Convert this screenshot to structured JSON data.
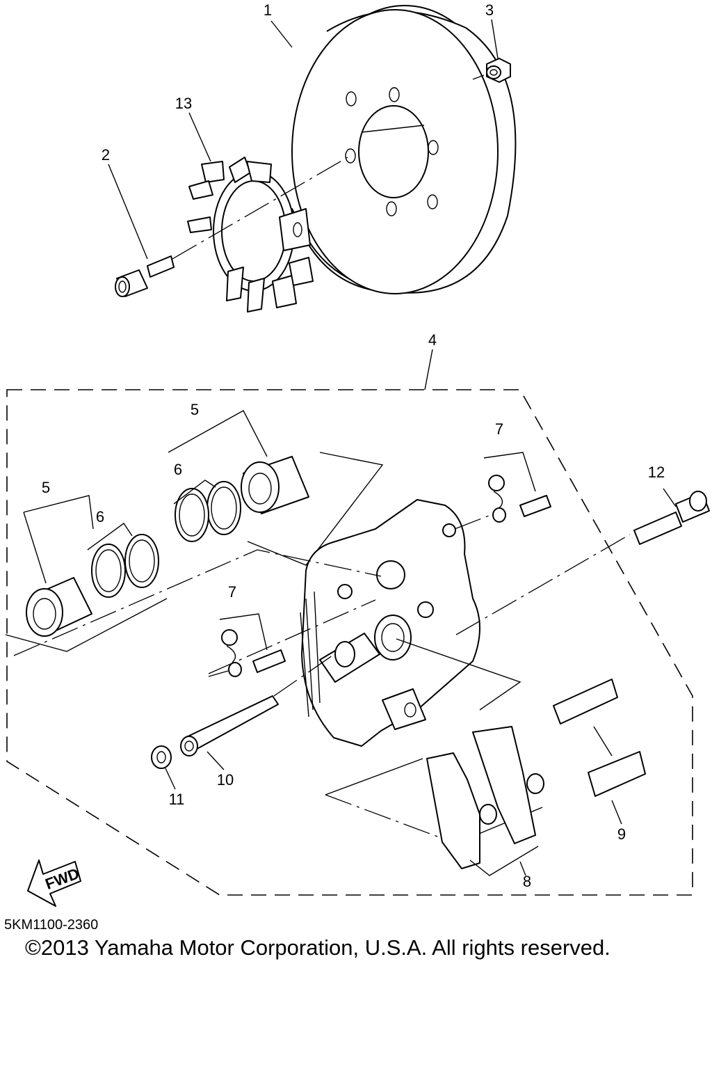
{
  "callouts": {
    "c1": "1",
    "c2": "2",
    "c3": "3",
    "c4": "4",
    "c5a": "5",
    "c5b": "5",
    "c6a": "6",
    "c6b": "6",
    "c7a": "7",
    "c7b": "7",
    "c8": "8",
    "c9": "9",
    "c10": "10",
    "c11": "11",
    "c12": "12",
    "c13": "13"
  },
  "fwd_label": "FWD",
  "part_code": "5KM1100-2360",
  "copyright": "©2013 Yamaha Motor Corporation, U.S.A. All rights reserved."
}
